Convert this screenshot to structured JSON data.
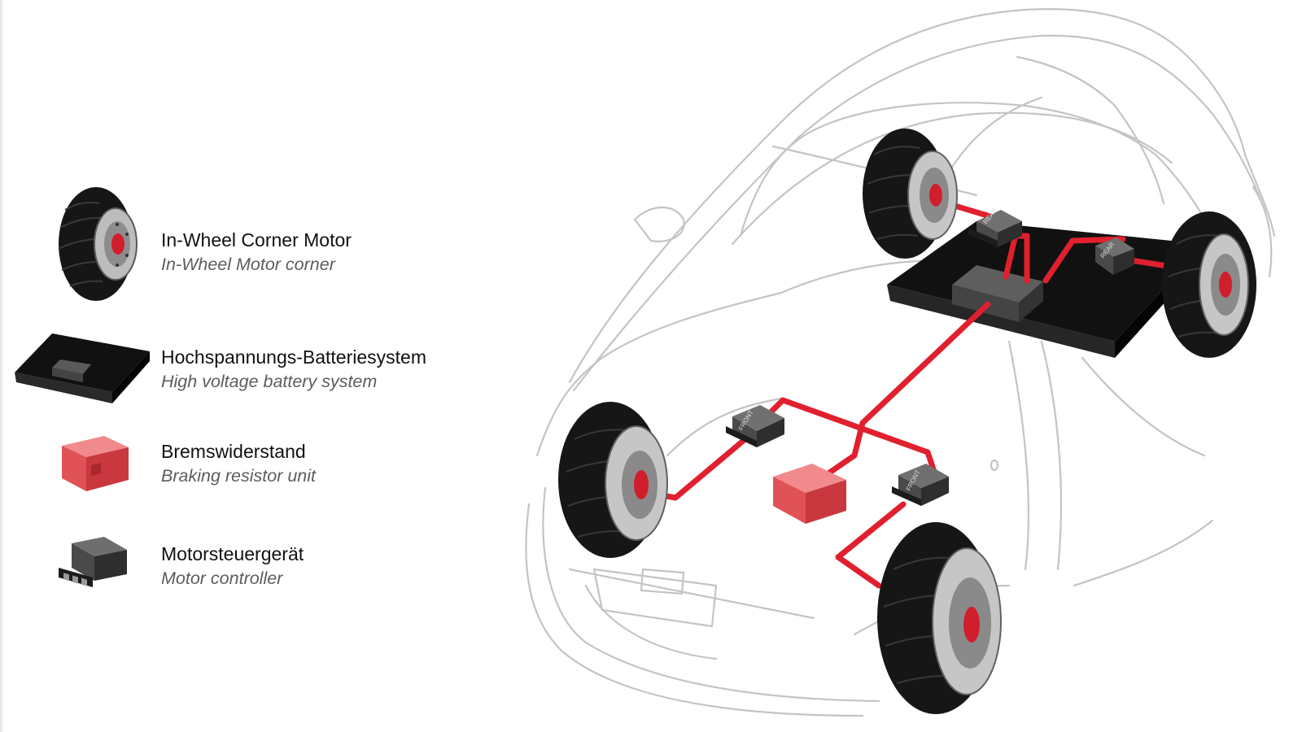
{
  "legend": [
    {
      "key": "motor",
      "title": "In-Wheel Corner Motor",
      "subtitle": "In-Wheel Motor corner",
      "icon": "wheel-motor-icon"
    },
    {
      "key": "battery",
      "title": "Hochspannungs-Batteriesystem",
      "subtitle": "High voltage battery system",
      "icon": "battery-icon"
    },
    {
      "key": "resistor",
      "title": "Bremswiderstand",
      "subtitle": "Braking resistor unit",
      "icon": "braking-resistor-icon"
    },
    {
      "key": "controller",
      "title": "Motorsteuergerät",
      "subtitle": "Motor controller",
      "icon": "motor-controller-icon"
    }
  ],
  "controller_labels": {
    "rear_left": "REAR",
    "rear_right": "REAR",
    "front_left": "FRONT",
    "front_right": "FRONT"
  },
  "colors": {
    "cable": "#e0202e",
    "resistor": "#e25a5e",
    "battery": "#111111",
    "tire": "#161616",
    "outline": "#c4c4c4"
  }
}
